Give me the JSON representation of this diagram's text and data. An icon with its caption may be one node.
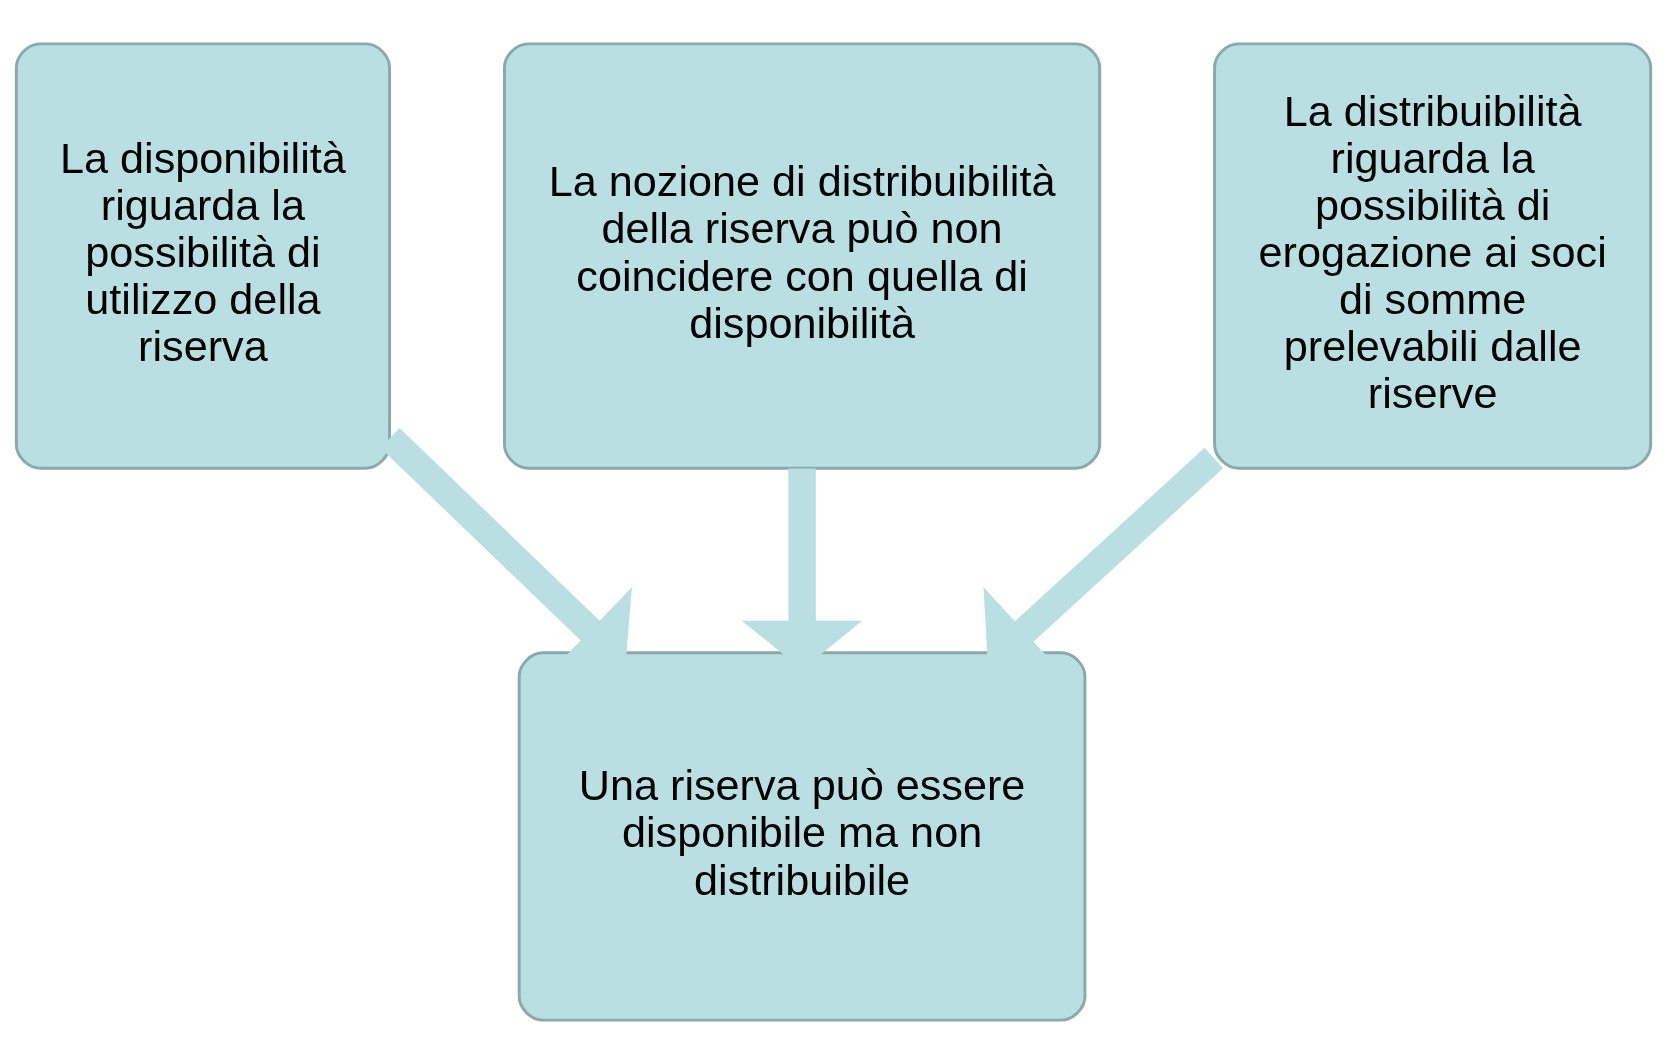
{
  "diagram": {
    "nodes": [
      {
        "text": [
          "La disponibilità riguarda la possibilità di utilizzo della riserva"
        ]
      },
      {
        "text": [
          "La nozione di distribuibilità della riserva può non coincidere con quella di disponibilità"
        ]
      },
      {
        "text": [
          "La distribuibilità riguarda la possibilità di erogazione ai soci di somme prelevabili dalle riserve"
        ]
      },
      {
        "text": [
          "Una riserva può essere disponibile ma non distribuibile"
        ]
      }
    ],
    "edges": [
      {
        "from": 0,
        "to": 3,
        "arrow": "to"
      },
      {
        "from": 1,
        "to": 3,
        "arrow": "to"
      },
      {
        "from": 2,
        "to": 3,
        "arrow": "to"
      }
    ]
  }
}
